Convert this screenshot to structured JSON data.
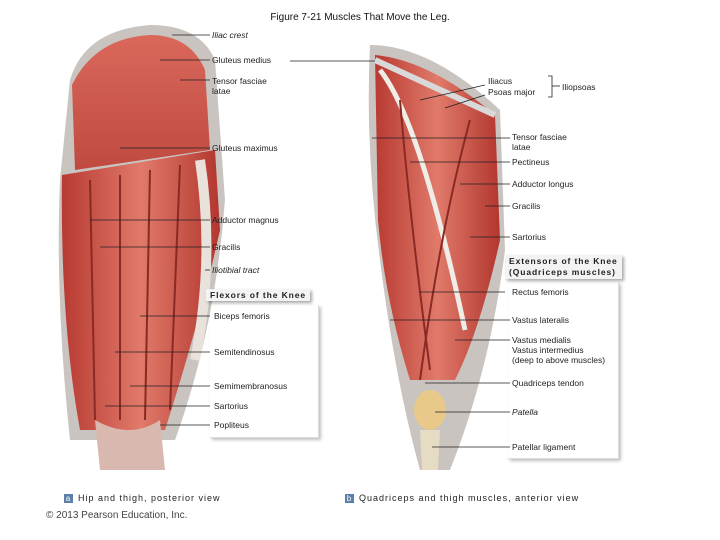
{
  "title": "Figure 7-21  Muscles That Move the Leg.",
  "left_labels": {
    "iliac_crest": "Iliac crest",
    "gluteus_medius": "Gluteus medius",
    "tensor_left": "Tensor fasciae\nlatae",
    "gluteus_maximus": "Gluteus maximus",
    "adductor_magnus": "Adductor magnus",
    "gracilis_left": "Gracilis",
    "iliotibial_tract": "Iliotibial tract"
  },
  "flexors_box": {
    "heading": "Flexors of the Knee",
    "items": [
      "Biceps femoris",
      "Semitendinosus",
      "Semimembranosus",
      "Sartorius",
      "Popliteus"
    ]
  },
  "right_labels": {
    "iliacus": "Iliacus",
    "psoas_major": "Psoas major",
    "iliopsoas": "Iliopsoas",
    "tensor_right": "Tensor fasciae\nlatae",
    "pectineus": "Pectineus",
    "adductor_longus": "Adductor longus",
    "gracilis_right": "Gracilis",
    "sartorius_right": "Sartorius"
  },
  "extensors_box": {
    "heading": "Extensors of the Knee\n(Quadriceps muscles)",
    "items": [
      "Rectus femoris",
      "Vastus lateralis",
      "Vastus medialis\nVastus intermedius\n(deep to above muscles)",
      "Quadriceps tendon",
      "Patella",
      "Patellar ligament"
    ]
  },
  "captions": {
    "a_badge": "a",
    "a_text": "Hip and thigh, posterior view",
    "b_badge": "b",
    "b_text": "Quadriceps and thigh muscles, anterior view"
  },
  "copyright": "© 2013 Pearson Education, Inc."
}
